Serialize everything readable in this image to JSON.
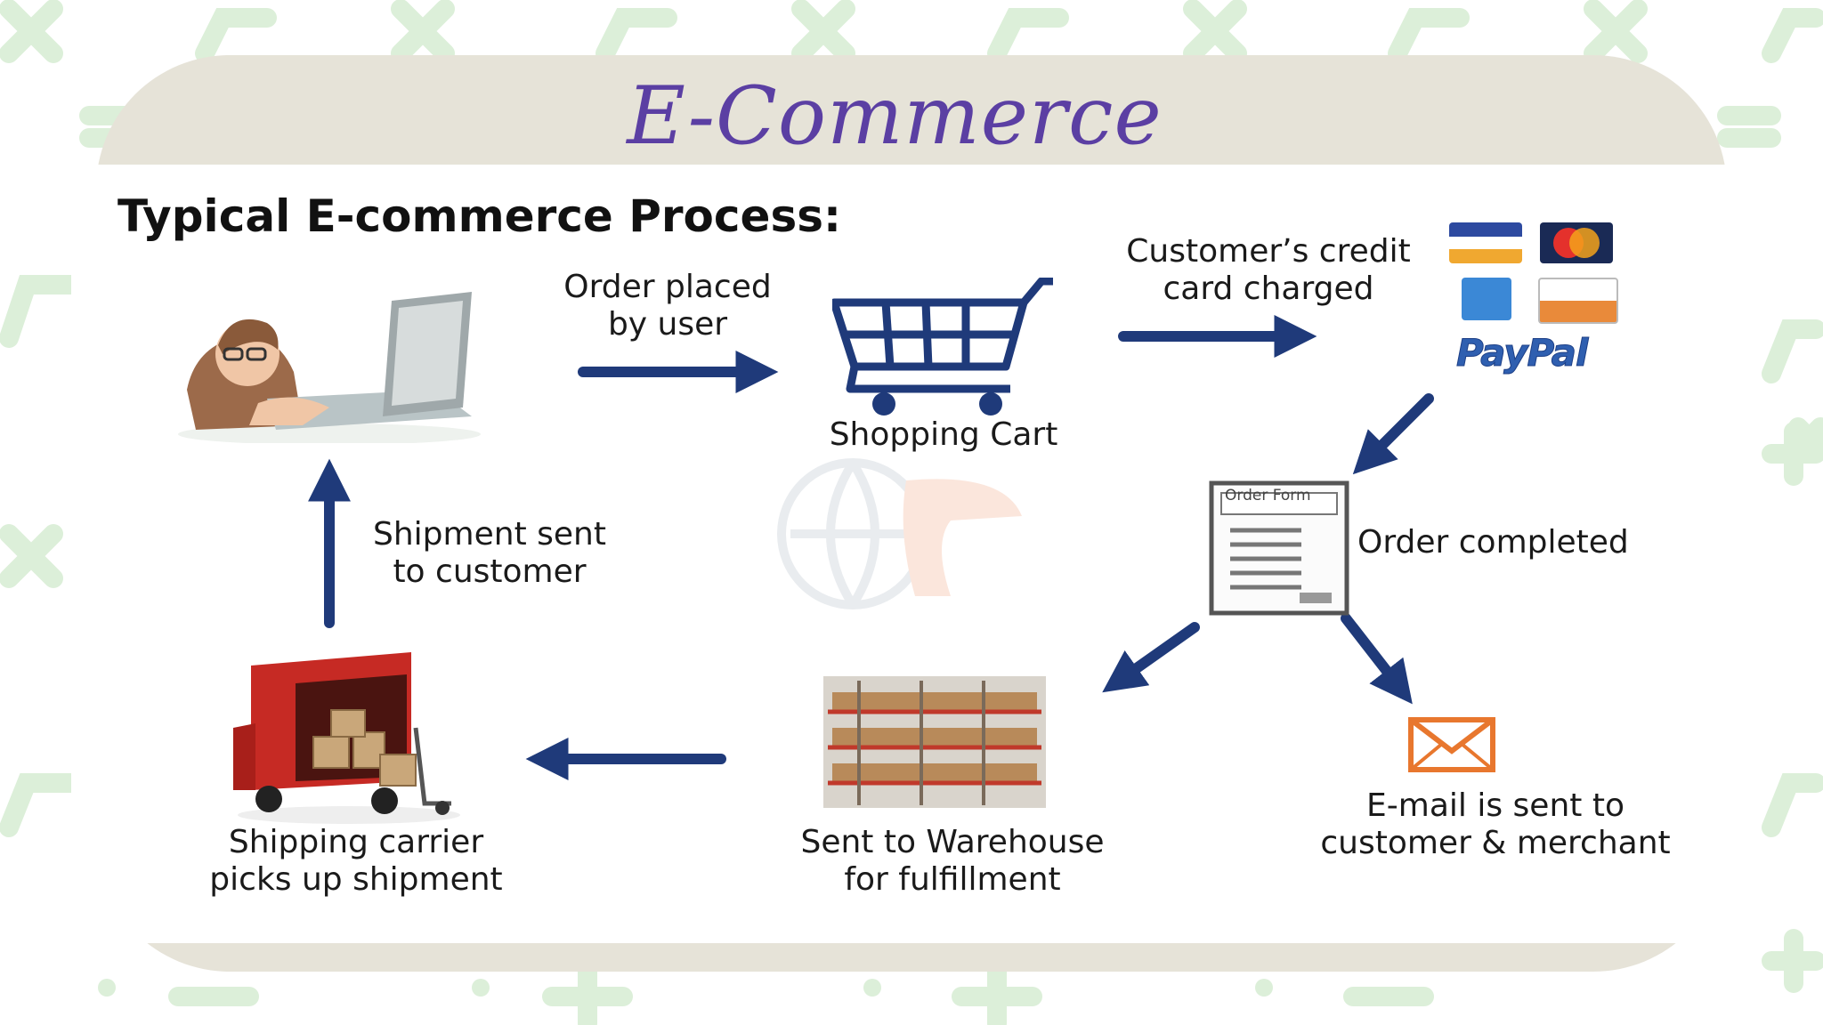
{
  "slide": {
    "title": "E-Commerce"
  },
  "diagram": {
    "heading": "Typical E-commerce Process:",
    "steps": {
      "order_placed": [
        "Order placed",
        "by user"
      ],
      "shopping_cart": "Shopping Cart",
      "credit_charged": [
        "Customer’s credit",
        "card charged"
      ],
      "order_completed": "Order completed",
      "order_form_caption": "Order Form",
      "email_sent": [
        "E-mail is sent to",
        "customer & merchant"
      ],
      "warehouse": [
        "Sent to Warehouse",
        "for fulfillment"
      ],
      "shipping_carrier": [
        "Shipping carrier",
        "picks up shipment"
      ],
      "shipment_sent": [
        "Shipment sent",
        "to customer"
      ]
    },
    "payment": {
      "paypal": "PayPal",
      "card_names": [
        "visa-card",
        "mastercard-card",
        "amex-card",
        "discover-card"
      ]
    }
  },
  "colors": {
    "title": "#5b3fa3",
    "arrow": "#1f3a7a",
    "frame": "#e6e3d8",
    "pattern": "#dcefd9",
    "truck": "#c62a24",
    "email": "#e8772e"
  }
}
